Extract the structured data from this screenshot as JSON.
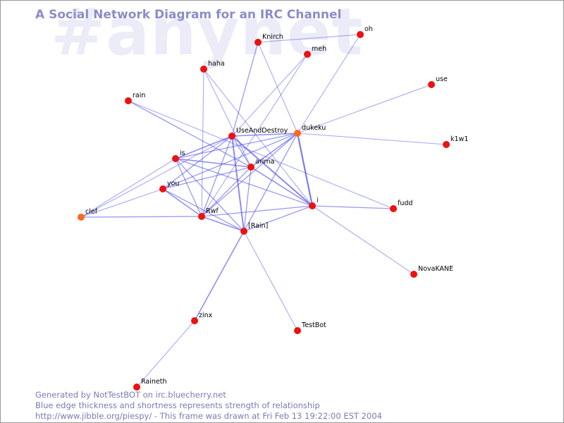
{
  "watermark": "#anynet",
  "title": "A Social Network Diagram for an IRC Channel",
  "footer": {
    "line1": "Generated by NotTestBOT on irc.bluecherry.net",
    "line2": "Blue edge thickness and shortness represents strength of relationship",
    "line3": "http://www.jibble.org/piespy/ - This frame was drawn at Fri Feb 13 19:22:00 EST 2004"
  },
  "colors": {
    "node": "#ee1111",
    "node_highlight": "#ff6a1a",
    "edge": "#5555ee",
    "title": "#8c8cc9",
    "watermark": "#ececf8"
  },
  "nodes": [
    {
      "id": "Knirch",
      "label": "Knirch",
      "highlight": false
    },
    {
      "id": "oh",
      "label": "oh",
      "highlight": false
    },
    {
      "id": "meh",
      "label": "meh",
      "highlight": false
    },
    {
      "id": "haha",
      "label": "haha",
      "highlight": false
    },
    {
      "id": "use",
      "label": "use",
      "highlight": false
    },
    {
      "id": "rain",
      "label": "rain",
      "highlight": false
    },
    {
      "id": "UseAndDestroy",
      "label": "UseAndDestroy",
      "highlight": false
    },
    {
      "id": "dukeku",
      "label": "dukeku",
      "highlight": true
    },
    {
      "id": "k1w1",
      "label": "k1w1",
      "highlight": false
    },
    {
      "id": "is",
      "label": "is",
      "highlight": false
    },
    {
      "id": "arima",
      "label": "arima",
      "highlight": false
    },
    {
      "id": "you",
      "label": "you",
      "highlight": false
    },
    {
      "id": "i",
      "label": "i",
      "highlight": false
    },
    {
      "id": "fudd",
      "label": "fudd",
      "highlight": false
    },
    {
      "id": "clef",
      "label": "clef",
      "highlight": true
    },
    {
      "id": "Rwf",
      "label": "Rwf",
      "highlight": false
    },
    {
      "id": "Rain",
      "label": "[Rain]",
      "highlight": false
    },
    {
      "id": "NovaKANE",
      "label": "NovaKANE",
      "highlight": false
    },
    {
      "id": "zinx",
      "label": "zinx",
      "highlight": false
    },
    {
      "id": "TestBot",
      "label": "TestBot",
      "highlight": false
    },
    {
      "id": "Raineth",
      "label": "Raineth",
      "highlight": false
    }
  ],
  "edges": [
    {
      "a": "Knirch",
      "b": "oh",
      "weight": 1
    },
    {
      "a": "Knirch",
      "b": "UseAndDestroy",
      "weight": 1.5
    },
    {
      "a": "Knirch",
      "b": "dukeku",
      "weight": 1
    },
    {
      "a": "oh",
      "b": "dukeku",
      "weight": 1
    },
    {
      "a": "meh",
      "b": "UseAndDestroy",
      "weight": 1
    },
    {
      "a": "meh",
      "b": "Rwf",
      "weight": 1
    },
    {
      "a": "haha",
      "b": "arima",
      "weight": 1
    },
    {
      "a": "haha",
      "b": "Rwf",
      "weight": 1
    },
    {
      "a": "haha",
      "b": "i",
      "weight": 1
    },
    {
      "a": "use",
      "b": "dukeku",
      "weight": 1
    },
    {
      "a": "rain",
      "b": "arima",
      "weight": 1.5
    },
    {
      "a": "rain",
      "b": "fudd",
      "weight": 1
    },
    {
      "a": "UseAndDestroy",
      "b": "dukeku",
      "weight": 2
    },
    {
      "a": "UseAndDestroy",
      "b": "is",
      "weight": 2
    },
    {
      "a": "UseAndDestroy",
      "b": "arima",
      "weight": 1.5
    },
    {
      "a": "UseAndDestroy",
      "b": "you",
      "weight": 1.5
    },
    {
      "a": "UseAndDestroy",
      "b": "Rwf",
      "weight": 1.5
    },
    {
      "a": "UseAndDestroy",
      "b": "Rain",
      "weight": 2.5
    },
    {
      "a": "UseAndDestroy",
      "b": "i",
      "weight": 2.5
    },
    {
      "a": "UseAndDestroy",
      "b": "clef",
      "weight": 1
    },
    {
      "a": "dukeku",
      "b": "k1w1",
      "weight": 1
    },
    {
      "a": "dukeku",
      "b": "is",
      "weight": 1.5
    },
    {
      "a": "dukeku",
      "b": "arima",
      "weight": 2
    },
    {
      "a": "dukeku",
      "b": "i",
      "weight": 3
    },
    {
      "a": "dukeku",
      "b": "Rwf",
      "weight": 1.5
    },
    {
      "a": "dukeku",
      "b": "Rain",
      "weight": 1.5
    },
    {
      "a": "dukeku",
      "b": "you",
      "weight": 1.5
    },
    {
      "a": "is",
      "b": "arima",
      "weight": 2
    },
    {
      "a": "is",
      "b": "Rwf",
      "weight": 1.5
    },
    {
      "a": "is",
      "b": "Rain",
      "weight": 1.5
    },
    {
      "a": "is",
      "b": "i",
      "weight": 1.5
    },
    {
      "a": "is",
      "b": "clef",
      "weight": 1
    },
    {
      "a": "arima",
      "b": "Rain",
      "weight": 1.5
    },
    {
      "a": "arima",
      "b": "Rwf",
      "weight": 1.5
    },
    {
      "a": "arima",
      "b": "you",
      "weight": 1.5
    },
    {
      "a": "arima",
      "b": "i",
      "weight": 2
    },
    {
      "a": "you",
      "b": "Rwf",
      "weight": 2
    },
    {
      "a": "you",
      "b": "Rain",
      "weight": 1.5
    },
    {
      "a": "you",
      "b": "clef",
      "weight": 1
    },
    {
      "a": "i",
      "b": "Rwf",
      "weight": 1.5
    },
    {
      "a": "i",
      "b": "Rain",
      "weight": 1.5
    },
    {
      "a": "i",
      "b": "fudd",
      "weight": 1.5
    },
    {
      "a": "i",
      "b": "NovaKANE",
      "weight": 1
    },
    {
      "a": "clef",
      "b": "Rwf",
      "weight": 1.5
    },
    {
      "a": "Rwf",
      "b": "Rain",
      "weight": 2
    },
    {
      "a": "Rain",
      "b": "zinx",
      "weight": 2
    },
    {
      "a": "Rain",
      "b": "TestBot",
      "weight": 1
    },
    {
      "a": "zinx",
      "b": "Raineth",
      "weight": 1
    }
  ]
}
